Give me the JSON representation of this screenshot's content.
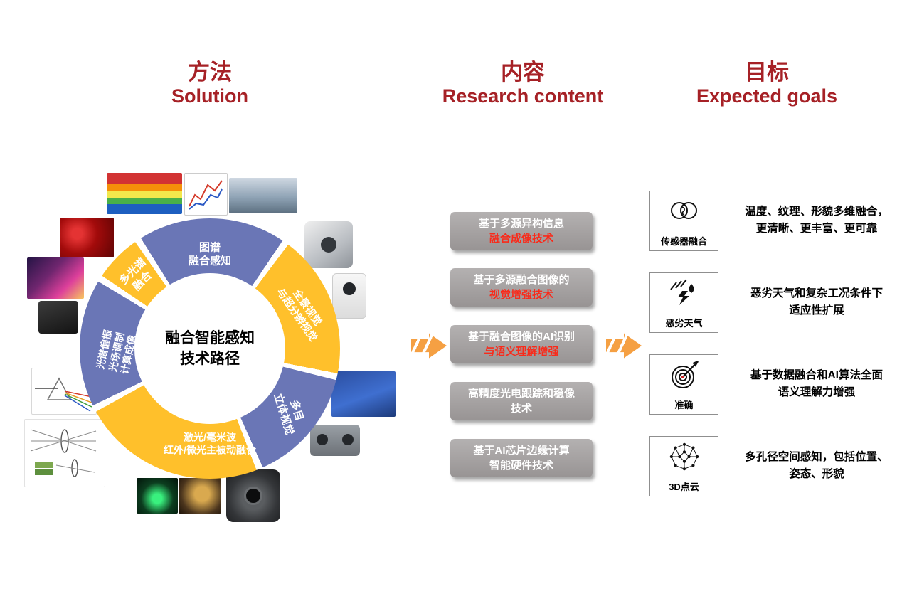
{
  "headers": {
    "solution": {
      "zh": "方法",
      "en": "Solution"
    },
    "content": {
      "zh": "内容",
      "en": "Research content"
    },
    "goals": {
      "zh": "目标",
      "en": "Expected goals"
    }
  },
  "solution": {
    "center": [
      "融合智能感知",
      "技术路径"
    ],
    "segments": [
      {
        "name": "map-spectrum-fusion",
        "color": "blue",
        "lines": [
          "图谱",
          "融合感知"
        ]
      },
      {
        "name": "panoramic-super-resolution-vision",
        "color": "yellow",
        "lines": [
          "全景视觉",
          "与超分辨视觉"
        ]
      },
      {
        "name": "multi-eye-stereo-vision",
        "color": "blue",
        "lines": [
          "多目",
          "立体视觉"
        ]
      },
      {
        "name": "laser-mmwave-ir-lowlight-active-passive-fusion",
        "color": "yellow",
        "lines": [
          "激光/毫米波",
          "红外/微光主被动融合"
        ]
      },
      {
        "name": "spectrum-polarization-lightfield-computational-imaging",
        "color": "blue",
        "lines": [
          "光谱偏振",
          "光场调制",
          "计算成像"
        ]
      },
      {
        "name": "multispectral-fusion",
        "color": "yellow",
        "lines": [
          "多光谱",
          "融合"
        ]
      }
    ],
    "thumbnails": [
      "strawberry-heatmap",
      "spectral-chart",
      "pipeline-panorama",
      "strawberries-photo",
      "thermal-fusion-image",
      "cube-camera",
      "dome-camera",
      "lens-module",
      "prism-spectrometer-diagram",
      "blue-box-depth-scene",
      "optical-path-diagram",
      "stereo-camera",
      "night-vision-scene",
      "low-light-scene",
      "gimbal-camera"
    ]
  },
  "content": {
    "boxes": [
      {
        "lines": [
          {
            "text": "基于多源异构信息",
            "red": false
          },
          {
            "text": "融合成像技术",
            "red": true
          }
        ]
      },
      {
        "lines": [
          {
            "text": "基于多源融合图像的",
            "red": false
          },
          {
            "text": "视觉增强技术",
            "red": true
          }
        ]
      },
      {
        "lines": [
          {
            "text": "基于融合图像的AI识别",
            "red": false
          },
          {
            "text": "与语义理解增强",
            "red": true
          }
        ]
      },
      {
        "lines": [
          {
            "text": "高精度光电跟踪和稳像",
            "red": false
          },
          {
            "text": "技术",
            "red": false
          }
        ]
      },
      {
        "lines": [
          {
            "text": "基于AI芯片边缘计算",
            "red": false
          },
          {
            "text": "智能硬件技术",
            "red": false
          }
        ]
      }
    ]
  },
  "goals": {
    "items": [
      {
        "icon": "sensor-fusion-icon",
        "label": "传感器融合",
        "lines": [
          "温度、纹理、形貌多维融合，",
          "更清晰、更丰富、更可靠"
        ]
      },
      {
        "icon": "bad-weather-icon",
        "label": "恶劣天气",
        "lines": [
          "恶劣天气和复杂工况条件下",
          "适应性扩展"
        ]
      },
      {
        "icon": "accuracy-target-icon",
        "label": "准确",
        "lines": [
          "基于数据融合和AI算法全面",
          "语义理解力增强"
        ]
      },
      {
        "icon": "3d-point-cloud-icon",
        "label": "3D点云",
        "lines": [
          "多孔径空间感知，包括位置、",
          "姿态、形貌"
        ]
      }
    ]
  },
  "colors": {
    "header_red": "#a62126",
    "ring_blue": "#6a76b6",
    "ring_yellow": "#ffc02b",
    "box_gray": "#a5a2a2",
    "highlight_red": "#f92a1a",
    "arrow_orange": "#f5a043"
  }
}
